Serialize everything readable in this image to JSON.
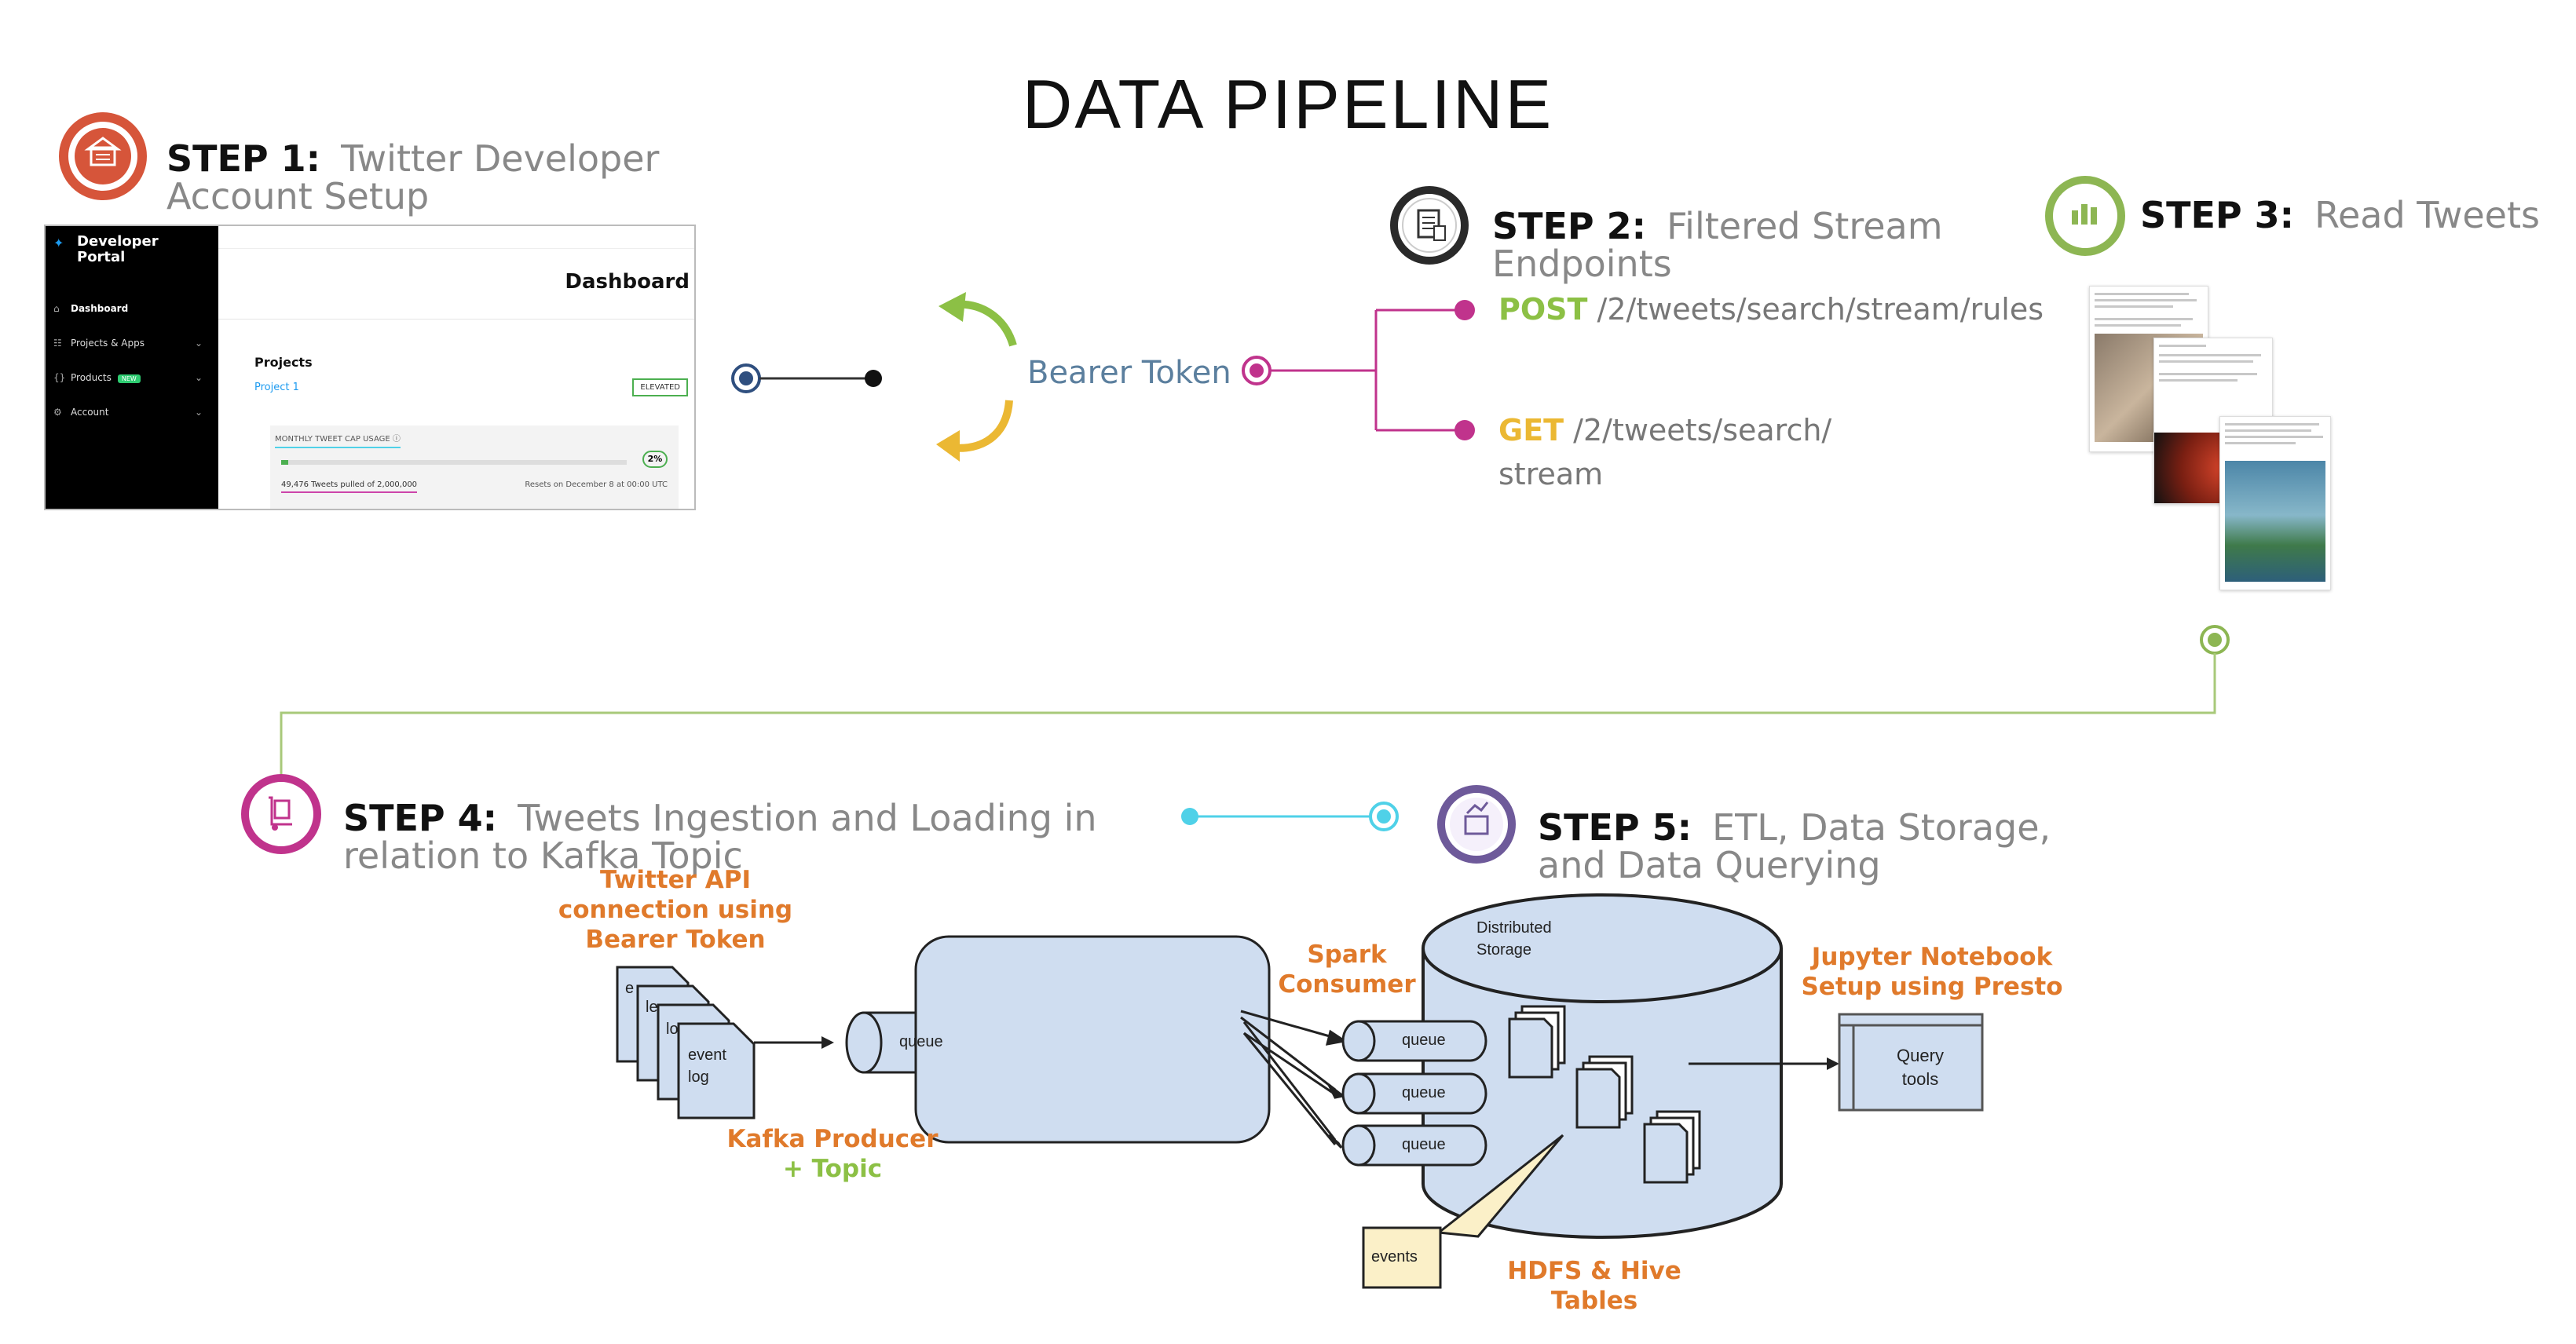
{
  "title": "DATA PIPELINE",
  "steps": [
    {
      "label": "STEP 1:",
      "text": "Twitter Developer Account Setup",
      "icon": "building-icon",
      "color": "#d6553a"
    },
    {
      "label": "STEP 2:",
      "text": "Filtered Stream Endpoints",
      "icon": "document-list-icon",
      "color": "#2a2a2a"
    },
    {
      "label": "STEP 3:",
      "text": "Read Tweets",
      "icon": "chart-icon",
      "color": "#8db653"
    },
    {
      "label": "STEP 4:",
      "text": "Tweets Ingestion and Loading in relation to Kafka Topic",
      "icon": "hand-truck-icon",
      "color": "#c0338c"
    },
    {
      "label": "STEP 5:",
      "text": "ETL, Data Storage, and Data Querying",
      "icon": "chart-building-icon",
      "color": "#6e5a9a"
    }
  ],
  "bearer_token": "Bearer Token",
  "endpoints": {
    "post_method": "POST",
    "post_path": "/2/tweets/search/stream/rules",
    "get_method": "GET",
    "get_path": "/2/tweets/search/",
    "get_path2": "stream"
  },
  "portal": {
    "brand": "Developer Portal",
    "nav": [
      {
        "label": "Dashboard",
        "icon": "home-icon"
      },
      {
        "label": "Projects & Apps",
        "icon": "tree-icon"
      },
      {
        "label": "Products",
        "icon": "braces-icon",
        "badge": "NEW"
      },
      {
        "label": "Account",
        "icon": "gear-icon"
      }
    ],
    "heading": "Dashboard",
    "projects_label": "Projects",
    "project_name": "Project 1",
    "elevated": "ELEVATED",
    "cap_label": "MONTHLY TWEET CAP USAGE ⓘ",
    "usage_percent": 2,
    "usage_text": "2%",
    "tweets_pulled": "49,476 Tweets pulled of 2,000,000",
    "resets": "Resets on December 8 at 00:00 UTC"
  },
  "diagram": {
    "twitter_api_label": "Twitter API connection using Bearer Token",
    "event_log": "event log",
    "event_log_partial": [
      "e",
      "le",
      "lo"
    ],
    "producer_label": "Kafka Producer",
    "producer_topic": "+ Topic",
    "queue": "queue",
    "spark_label": "Spark Consumer",
    "storage_label": "Distributed Storage",
    "jupyter_label": "Jupyter Notebook Setup using Presto",
    "query_tools": "Query tools",
    "events": "events",
    "hdfs_label": "HDFS & Hive Tables"
  },
  "colors": {
    "orange": "#e07a2b",
    "green": "#8cc045",
    "pink": "#c0338c",
    "navy": "#2f4f7f",
    "cyan": "#4fd1e8",
    "diagram_fill": "#cfddf0",
    "events_fill": "#fbf0c8"
  }
}
